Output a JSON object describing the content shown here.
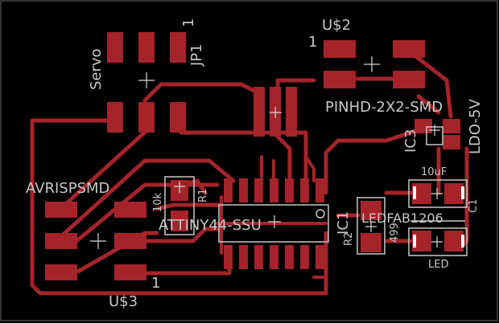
{
  "labels": {
    "servo": "Servo",
    "jp1": "JP1",
    "jp1_pin1": "1",
    "u2": "U$2",
    "u2_pin1": "1",
    "pinhd": "PINHD-2X2-SMD",
    "ic3": "IC3",
    "ldo": "LDO-5V",
    "avrisp": "AVRISPSMD",
    "r1_value": "10k",
    "r1": "R1",
    "attiny": "ATTINY44-SSU",
    "ic1": "IC1",
    "r2": "R2",
    "r2_value": "499",
    "ledfab": "LEDFAB1206",
    "cap_value": "10uF",
    "c1": "C1",
    "led": "LED",
    "u3": "U$3",
    "u3_pin1": "1"
  },
  "colors": {
    "background": "#000000",
    "copper": "#a4242a",
    "silkscreen": "#c8c8c8"
  }
}
